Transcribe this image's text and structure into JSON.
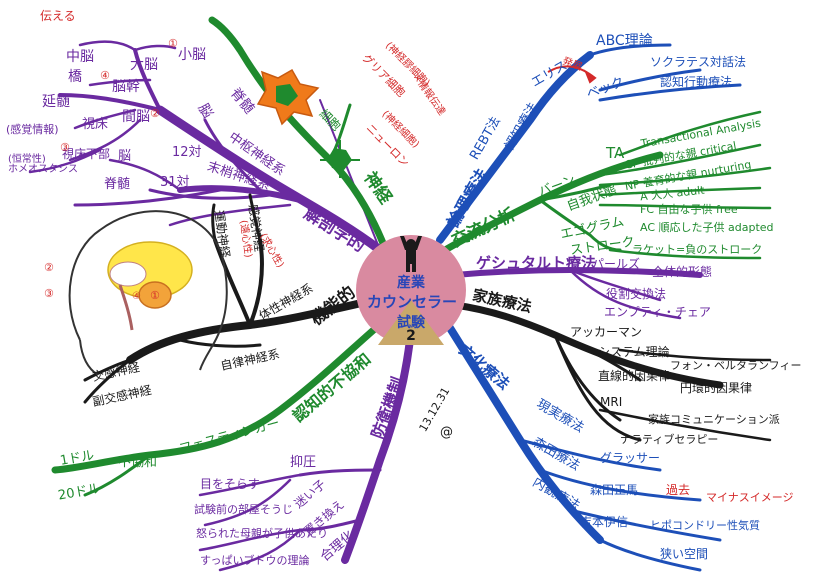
{
  "center": {
    "line1": "産業",
    "line2": "カウンセラー",
    "line3": "試験",
    "line4": "2"
  },
  "colors": {
    "anatomy": "#6a2aa0",
    "neuro": "#1f8a2e",
    "therapy": "#1f8a2e",
    "blue": "#1d4fb8",
    "black": "#1a1a1a",
    "red": "#d42a2a",
    "pink": "#d98aa0",
    "tan": "#c9a86a",
    "orange": "#f07a1a"
  },
  "anatomy": {
    "branch": "解剖学的",
    "brain": "脳",
    "cerebrum": "大脳",
    "cerebellum": "小脳",
    "midbrain": "中脳",
    "pons": "橋",
    "medulla": "延髄",
    "brainstem": "脳幹",
    "diencephalon": "間脳",
    "thalamus": "視床",
    "hypothalamus": "視床下部",
    "sensory": "(感覚情報)",
    "homeostasis": "(恒常性)\nホメオスタシス",
    "relay": "伝える",
    "spinal": "脊髄",
    "cns": "中枢神経系",
    "pns": "末梢神経系",
    "cranial": "脳",
    "cranial_n": "12対",
    "spinal2": "脊髄",
    "spinal_n": "31対",
    "n1": "①",
    "n2": "②",
    "n3": "③",
    "n4": "④"
  },
  "neuro": {
    "branch": "神経",
    "cell": "細胞",
    "glia": "グリア細胞",
    "glia_note": "(神経膠細胞)",
    "neuron": "ニューロン",
    "neuron_note": "(神経細胞)",
    "x": "×情報伝達"
  },
  "functional": {
    "branch": "機能的",
    "somatic": "体性神経系",
    "sensory": "感覚神経",
    "motor": "運動神経",
    "afferent": "(求心性)",
    "efferent": "(遠心性)",
    "autonomic": "自律神経系",
    "sympathetic": "交感神経",
    "parasympathetic": "副交感神経"
  },
  "head": {
    "l1": "①",
    "l2": "②",
    "l3": "③",
    "l4": "④"
  },
  "cognitive": {
    "branch": "認知的不協和",
    "festinger": "フェスティンガー",
    "dollar1": "1ドル",
    "dollar20": "20ドル",
    "dissonance": "不協和"
  },
  "defense": {
    "branch": "防衛機制",
    "repression": "抑圧",
    "look_away": "目をそらす",
    "fool": "試験前の部屋そうじ",
    "displacement": "置き換え",
    "rejection": "迷い子",
    "anger": "怒られた母親が子供あたり",
    "sour": "すっぱいブドウの理論",
    "rational": "合理化"
  },
  "ta": {
    "branch": "交流分析",
    "berne": "バーン",
    "ego_states": "自我状態",
    "egogram": "エゴグラム",
    "stroke": "ストローク",
    "ta": "TA",
    "ta_full": "Transactional Analysis",
    "cp": "CP 批判的な親 critical",
    "np": "NP 養育的な親 nurturing",
    "a": "A 大人 adult",
    "fc": "FC 自由な子供 free",
    "ac": "AC 順応した子供 adapted",
    "racket": "ラケット=負のストローク"
  },
  "rebt": {
    "branch": "論理療法",
    "rebt": "REBT法",
    "cognitive": "認知療法",
    "ellis": "エリス",
    "beck": "ベック",
    "abc": "ABC理論",
    "socratic": "ソクラテス対話法",
    "cbt": "認知行動療法",
    "dev": "発展"
  },
  "gestalt": {
    "branch": "ゲシュタルト療法",
    "perls": "パールズ",
    "whole": "全体的形態",
    "role": "役割交換法",
    "empty": "エンプティ・チェア"
  },
  "family": {
    "branch": "家族療法",
    "ackerman": "アッカーマン",
    "systems": "システム理論",
    "bertalanffy": "フォン・ベルタランフィー",
    "linear": "直線的因果律",
    "circular": "円環的因果律",
    "mri": "MRI",
    "comm": "家族コミュニケーション派",
    "narrative": "ナラティブセラピー"
  },
  "culture": {
    "branch": "文化療法",
    "reality": "現実療法",
    "glasser": "グラッサー",
    "morita": "森田療法",
    "morita_name": "森田正馬",
    "past": "過去",
    "neg": "マイナスイメージ",
    "naikan": "内観療法",
    "yoshimoto": "吉本伊信",
    "hypochondria": "ヒポコンドリー性気質",
    "narrow": "狭い空間"
  },
  "footer": {
    "date": "13.12.31",
    "sig": "@"
  }
}
